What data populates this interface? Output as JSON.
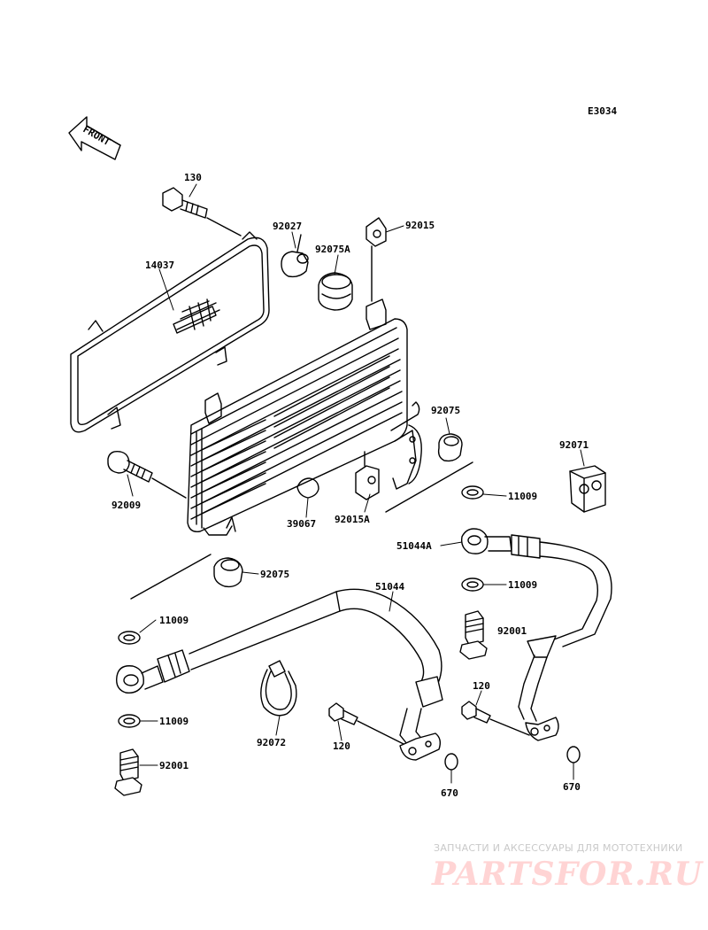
{
  "diagram_code": "E3034",
  "front_arrow_label": "FRONT",
  "callouts": {
    "p130": "130",
    "p14037": "14037",
    "p92027": "92027",
    "p92015": "92015",
    "p92075A": "92075A",
    "p92075_upper": "92075",
    "p92071": "92071",
    "p92009": "92009",
    "p39067": "39067",
    "p92015A": "92015A",
    "p11009_a": "11009",
    "p51044A": "51044A",
    "p92075_lower": "92075",
    "p51044": "51044",
    "p11009_b": "11009",
    "p11009_c": "11009",
    "p92001_right": "92001",
    "p120_right": "120",
    "p11009_d": "11009",
    "p92072": "92072",
    "p120_mid": "120",
    "p92001_left": "92001",
    "p670_mid": "670",
    "p670_right": "670"
  },
  "watermark": {
    "subtitle": "ЗАПЧАСТИ И АКСЕССУАРЫ ДЛЯ МОТОТЕХНИКИ",
    "logo": "PARTSFOR.RU"
  },
  "colors": {
    "line": "#000000",
    "watermark_sub": "#c9c9c9",
    "watermark_logo": "#ffd4d4"
  }
}
